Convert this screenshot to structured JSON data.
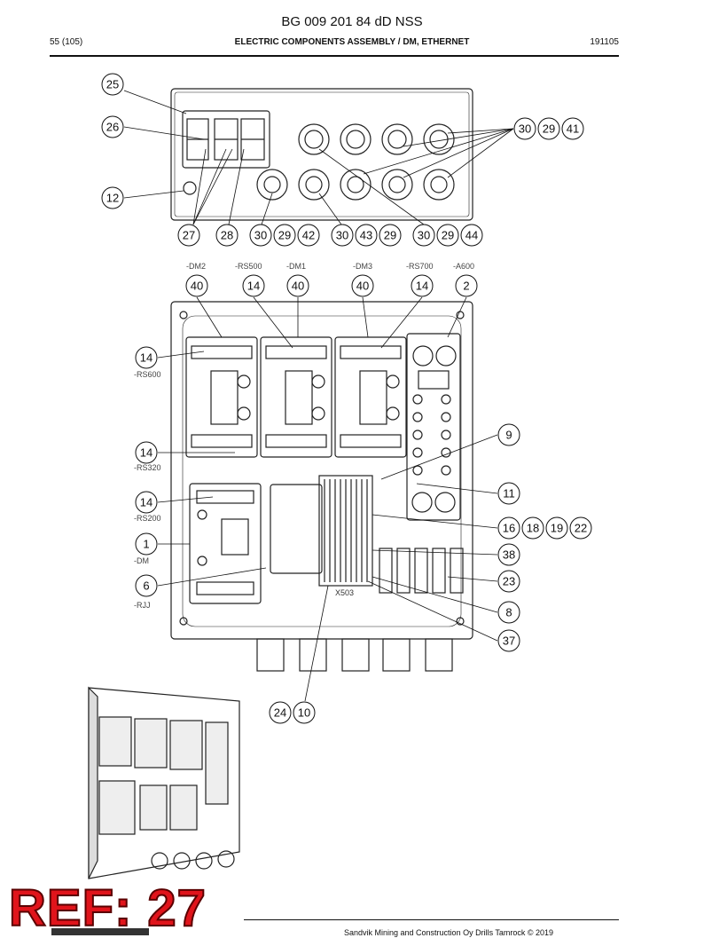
{
  "header": {
    "doc_code": "BG 009 201 84 dD NSS",
    "page": "55 (105)",
    "title": "ELECTRIC COMPONENTS ASSEMBLY / DM, ETHERNET",
    "date": "191105"
  },
  "component_tags": [
    "-DM2",
    "-RS500",
    "-DM1",
    "-DM3",
    "-RS700",
    "-A600",
    "-RS600",
    "-RS320",
    "-RS200",
    "-DM",
    "-RJJ"
  ],
  "terminal_label": "X503",
  "callouts": {
    "top": [
      "25",
      "26",
      "12",
      "27",
      "28",
      "30",
      "29",
      "42",
      "30",
      "43",
      "29",
      "30",
      "29",
      "44",
      "30",
      "29",
      "41"
    ],
    "bottom": [
      "40",
      "14",
      "40",
      "40",
      "14",
      "2",
      "14",
      "9",
      "14",
      "11",
      "14",
      "16",
      "18",
      "19",
      "22",
      "1",
      "38",
      "6",
      "23",
      "8",
      "37",
      "24",
      "10"
    ]
  },
  "stamp": "REF: 27",
  "footer": "Sandvik Mining and Construction Oy Drills Tamrock © 2019"
}
